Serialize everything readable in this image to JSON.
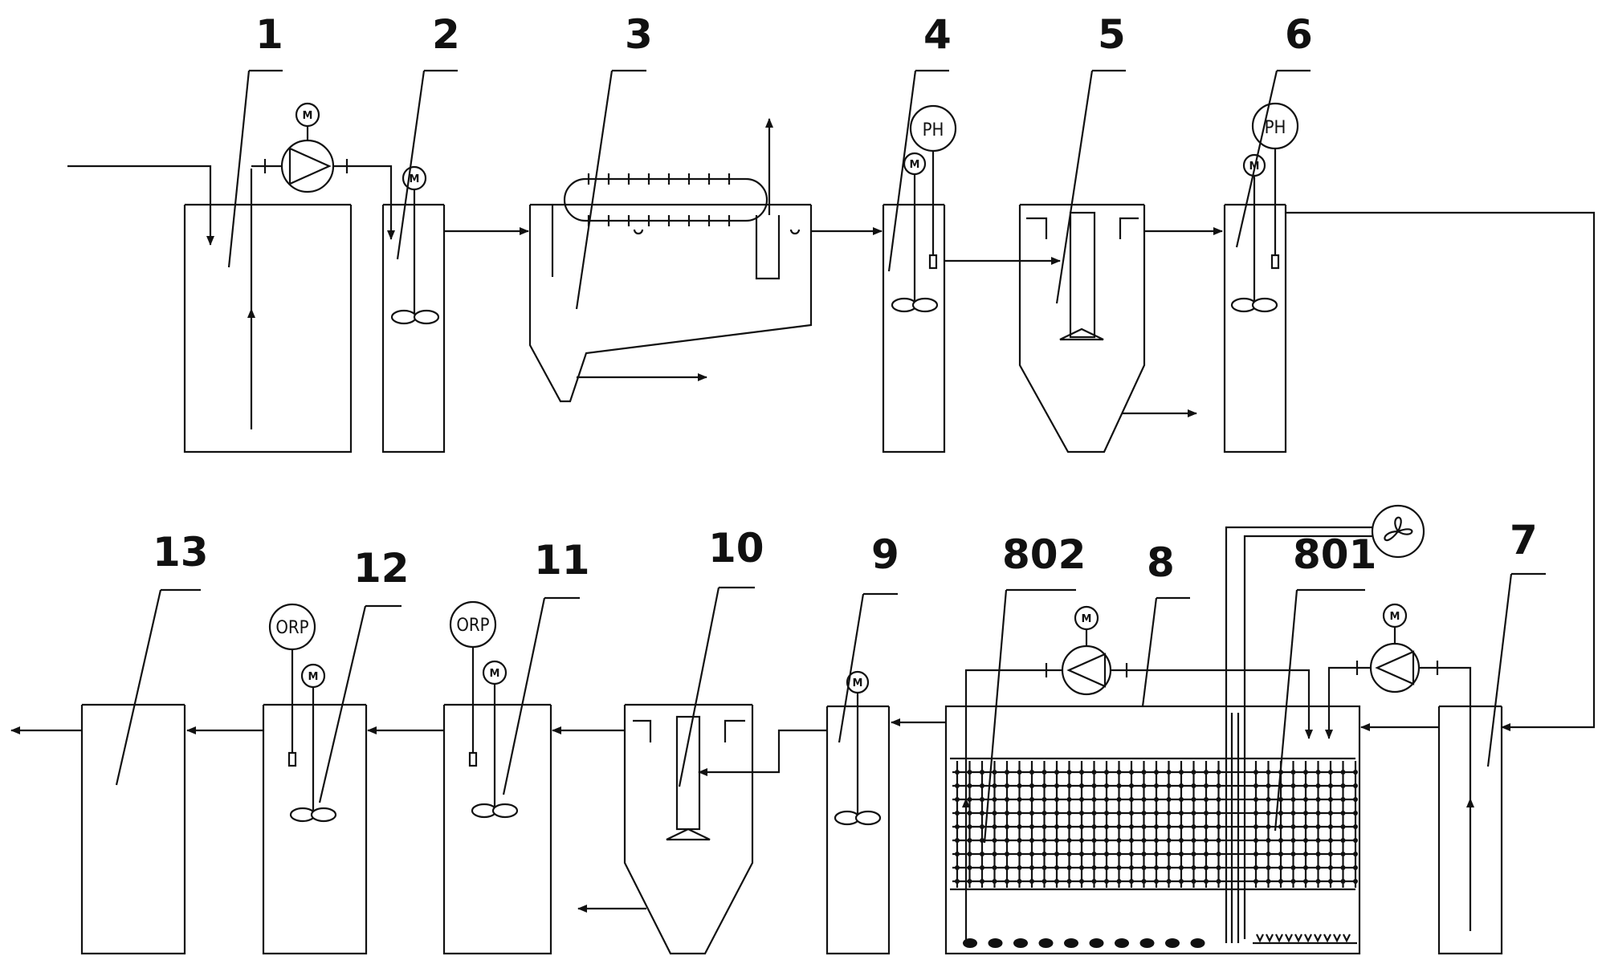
{
  "diagram": {
    "units": [
      {
        "id": "1",
        "label": "1"
      },
      {
        "id": "2",
        "label": "2"
      },
      {
        "id": "3",
        "label": "3"
      },
      {
        "id": "4",
        "label": "4"
      },
      {
        "id": "5",
        "label": "5"
      },
      {
        "id": "6",
        "label": "6"
      },
      {
        "id": "7",
        "label": "7"
      },
      {
        "id": "8",
        "label": "8"
      },
      {
        "id": "801",
        "label": "801"
      },
      {
        "id": "802",
        "label": "802"
      },
      {
        "id": "9",
        "label": "9"
      },
      {
        "id": "10",
        "label": "10"
      },
      {
        "id": "11",
        "label": "11"
      },
      {
        "id": "12",
        "label": "12"
      },
      {
        "id": "13",
        "label": "13"
      }
    ],
    "instruments": {
      "ph": "PH",
      "orp": "ORP",
      "motor": "M"
    }
  }
}
